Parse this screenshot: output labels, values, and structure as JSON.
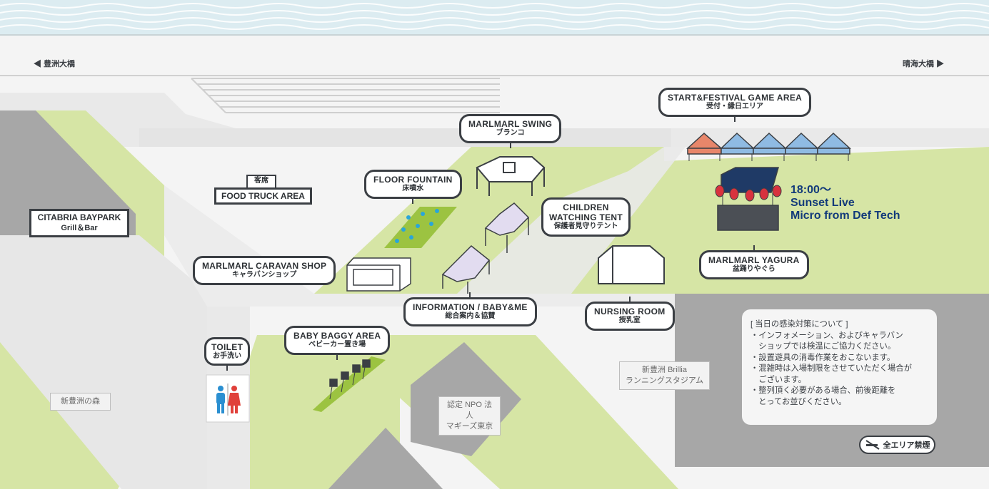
{
  "road_signs": {
    "left": "◀ 豊洲大橋",
    "right": "晴海大橋 ▶"
  },
  "areas": {
    "food_truck": {
      "en": "FOOD TRUCK AREA",
      "ja": "客席"
    },
    "citabria": {
      "en": "CITABRIA BAYPARK",
      "ja": "Grill＆Bar"
    },
    "floor_fountain": {
      "en": "FLOOR FOUNTAIN",
      "ja": "床噴水"
    },
    "swing": {
      "en": "MARLMARL SWING",
      "ja": "ブランコ"
    },
    "start": {
      "en": "START&FESTIVAL GAME AREA",
      "ja": "受付・縁日エリア"
    },
    "children_tent": {
      "en1": "CHILDREN",
      "en2": "WATCHING TENT",
      "ja": "保護者見守りテント"
    },
    "caravan": {
      "en": "MARLMARL CARAVAN SHOP",
      "ja": "キャラバンショップ"
    },
    "information": {
      "en": "INFORMATION / BABY&ME",
      "ja": "総合案内＆協賛"
    },
    "nursing": {
      "en": "NURSING ROOM",
      "ja": "授乳室"
    },
    "yagura": {
      "en": "MARLMARL YAGURA",
      "ja": "盆踊りやぐら"
    },
    "toilet": {
      "en": "TOILET",
      "ja": "お手洗い"
    },
    "baby_baggy": {
      "en": "BABY BAGGY AREA",
      "ja": "ベビーカー置き場"
    }
  },
  "live": {
    "time": "18:00〜",
    "line1": "Sunset Live",
    "line2": "Micro from Def Tech"
  },
  "places": {
    "forest": "新豊洲の森",
    "npo1": "認定 NPO 法人",
    "npo2": "マギーズ東京",
    "stadium1": "新豊洲 Brillia",
    "stadium2": "ランニングスタジアム"
  },
  "notice": {
    "title": "[ 当日の感染対策について ]",
    "lines": [
      "・インフォメーション、およびキャラバン",
      "　ショップでは検温にご協力ください。",
      "・設置遊具の消毒作業をおこないます。",
      "・混雑時は入場制限をさせていただく場合が",
      "　ございます。",
      "・整列頂く必要がある場合、前後距離を",
      "　とってお並びください。"
    ]
  },
  "no_smoking": "全エリア禁煙",
  "colors": {
    "water": "#dcecf1",
    "green": "#d6e5a5",
    "dark_green": "#9cc341",
    "gray": "#a7a7a7",
    "road": "#e8e8e8",
    "dark": "#3b3f44",
    "blue": "#123a7a"
  }
}
